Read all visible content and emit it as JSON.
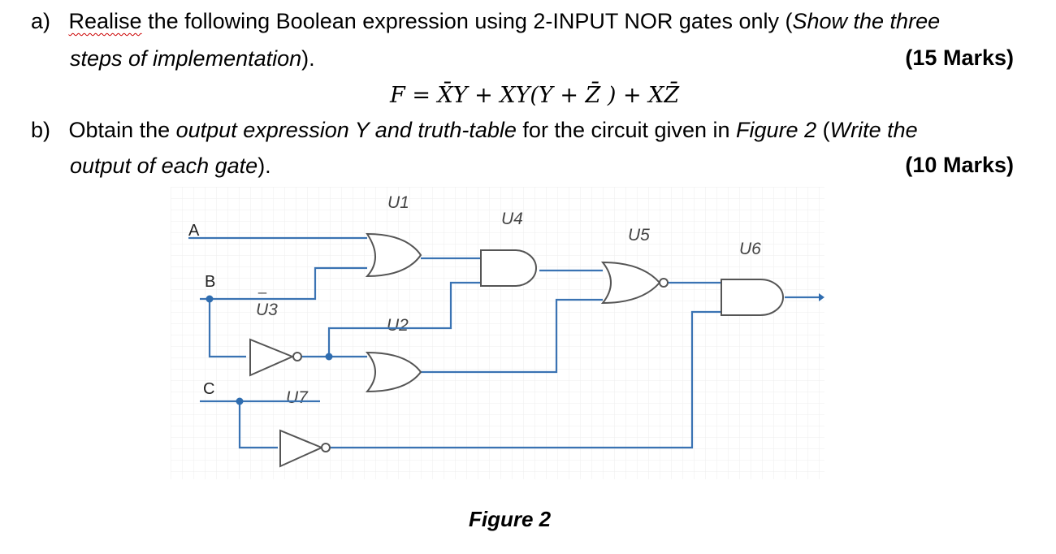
{
  "question_a": {
    "label": "a)",
    "word_realise": "Realise",
    "line1_rest": " the following Boolean expression using 2-INPUT NOR gates only (",
    "line1_italic": "Show the three",
    "line2_italic": "steps of implementation",
    "line2_end": ").",
    "marks": "(15 Marks)",
    "equation": "F = X̄Y + XY(Y + Z̄ ) + XZ̄"
  },
  "question_b": {
    "label": "b)",
    "line1_a": "Obtain the ",
    "line1_it1": "output expression Y and truth-table",
    "line1_b": " for the circuit given in ",
    "line1_it2": "Figure 2",
    "line1_c": " (",
    "line1_it3": "Write the",
    "line2_it": "output of each gate",
    "line2_end": ").",
    "marks": "(10 Marks)"
  },
  "figure": {
    "caption": "Figure 2",
    "inputs": [
      "A",
      "B",
      "C"
    ],
    "gates": [
      "U1",
      "U4",
      "U5",
      "U6",
      "U3",
      "U2",
      "U7"
    ],
    "overbar_mark": "_"
  }
}
